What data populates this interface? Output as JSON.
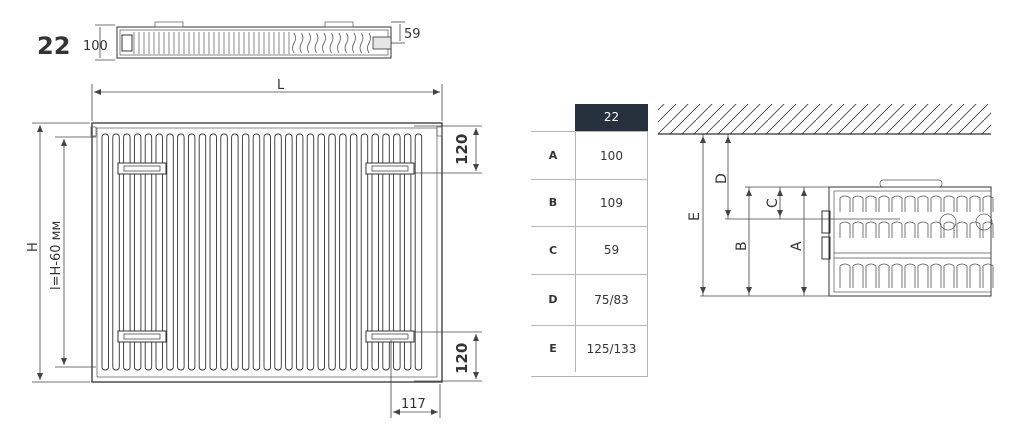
{
  "model_label": "22",
  "top_view": {
    "depth_label": "100",
    "pipe_label": "59"
  },
  "front_view": {
    "length_label": "L",
    "height_label": "H",
    "axis_label": "l=H-60 мм",
    "top_offset": "120",
    "bottom_offset": "120",
    "side_offset": "117"
  },
  "table": {
    "header": "22",
    "rows": [
      {
        "key": "A",
        "value": "100"
      },
      {
        "key": "B",
        "value": "109"
      },
      {
        "key": "C",
        "value": "59"
      },
      {
        "key": "D",
        "value": "75/83"
      },
      {
        "key": "E",
        "value": "125/133"
      }
    ],
    "colors": {
      "header_bg": "#27313d",
      "header_text": "#ffffff",
      "border": "#b5b5b5"
    }
  },
  "side_view": {
    "labels": {
      "d": "D",
      "c": "C",
      "e": "E",
      "b": "B",
      "a": "A"
    }
  }
}
